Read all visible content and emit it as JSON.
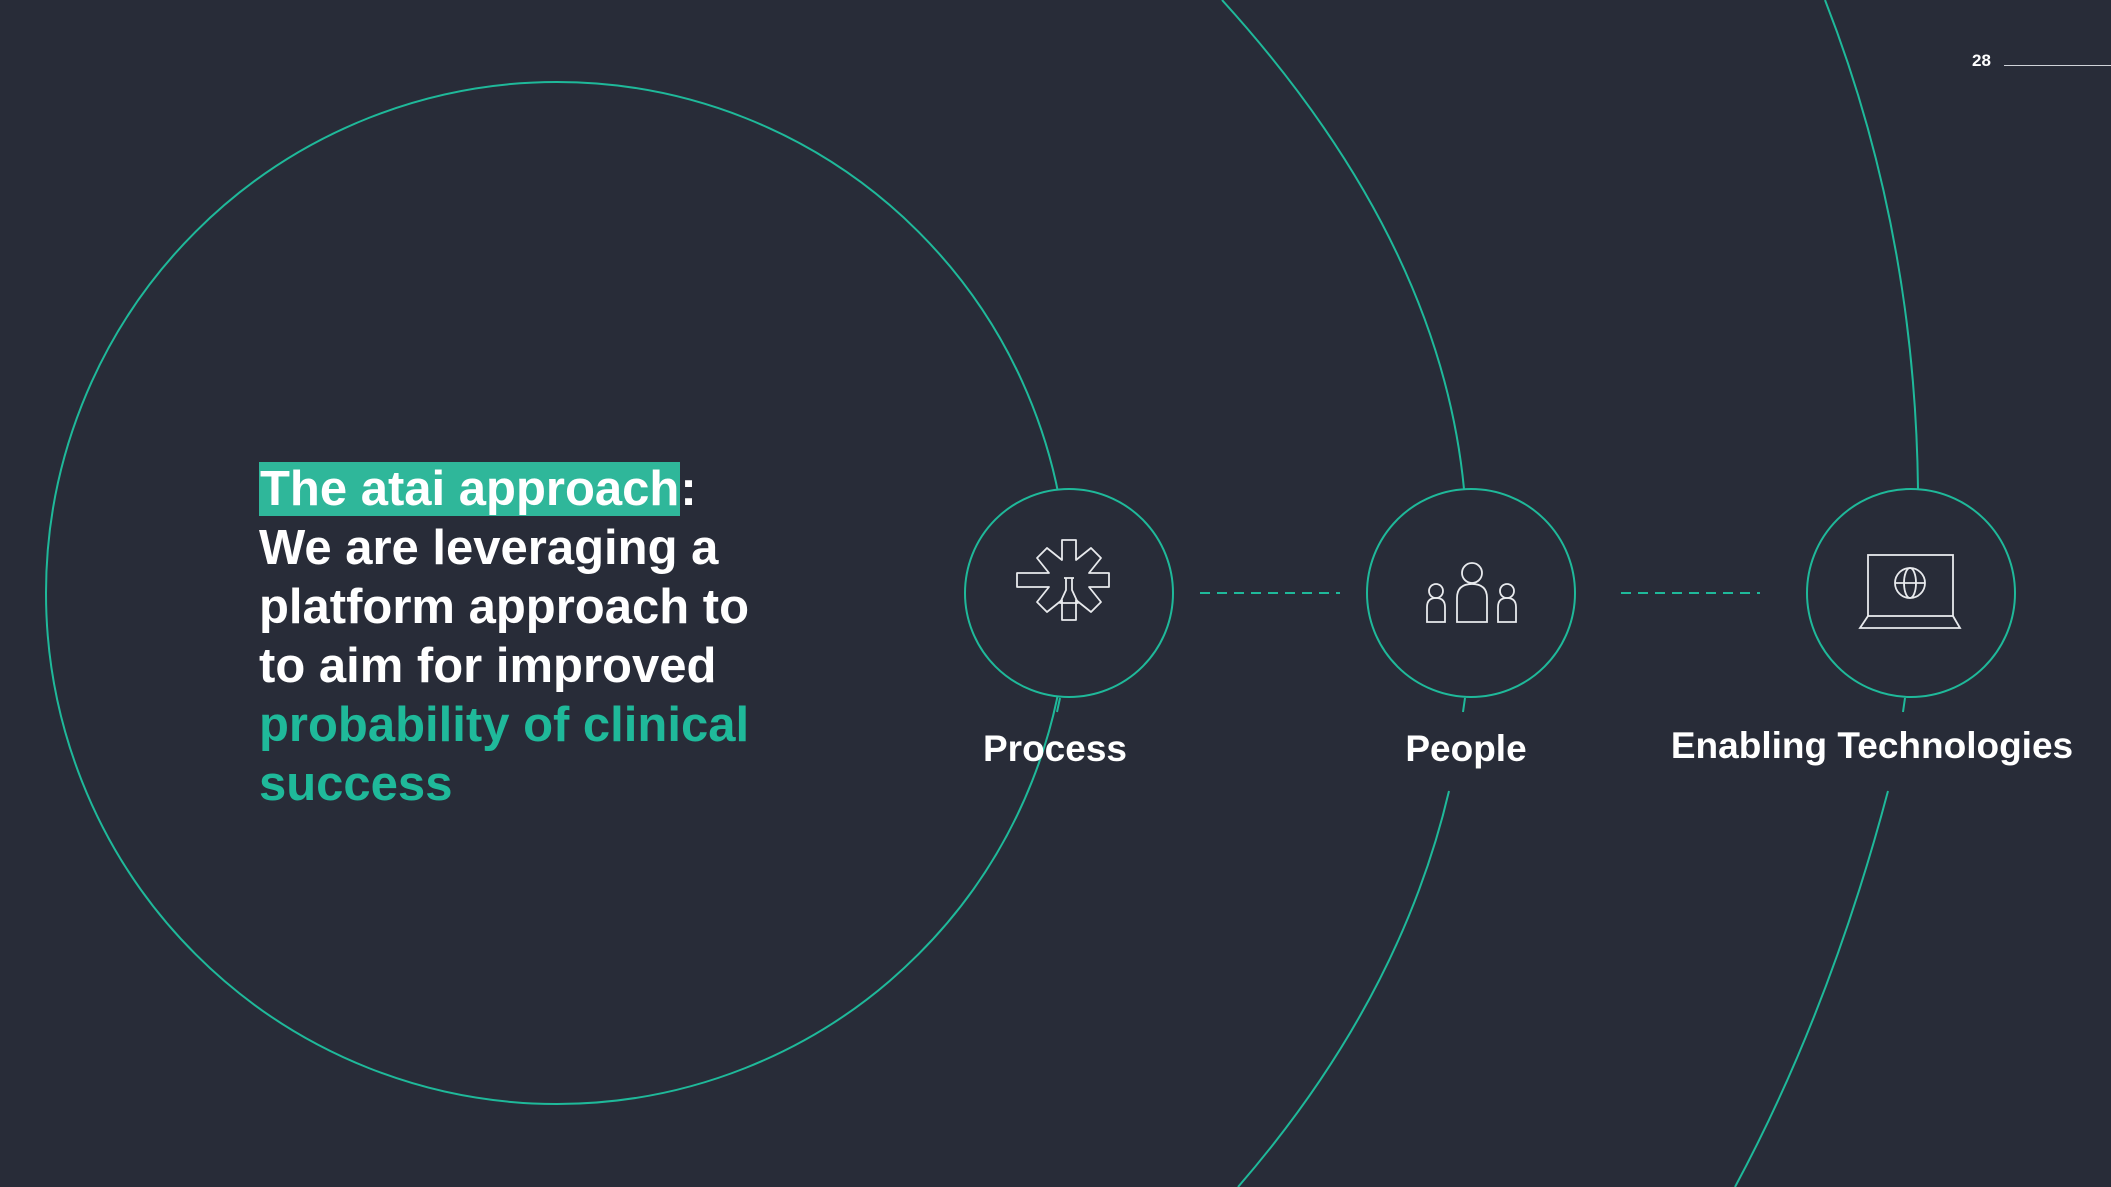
{
  "page_number": "28",
  "headline": {
    "highlight": "The atai approach",
    "colon": ":",
    "line2": "We are leveraging a",
    "line3": "platform approach to",
    "line4": "to aim for improved",
    "accent_line1": "probability of clinical",
    "accent_line2": "success"
  },
  "pillars": [
    {
      "label": "Process",
      "icon": "gear-flask-icon"
    },
    {
      "label": "People",
      "icon": "people-group-icon"
    },
    {
      "label": "Enabling Technologies",
      "icon": "laptop-globe-icon"
    }
  ],
  "colors": {
    "background": "#282c38",
    "accent": "#1fb99a",
    "highlight": "#2fb79a",
    "text": "#ffffff"
  }
}
